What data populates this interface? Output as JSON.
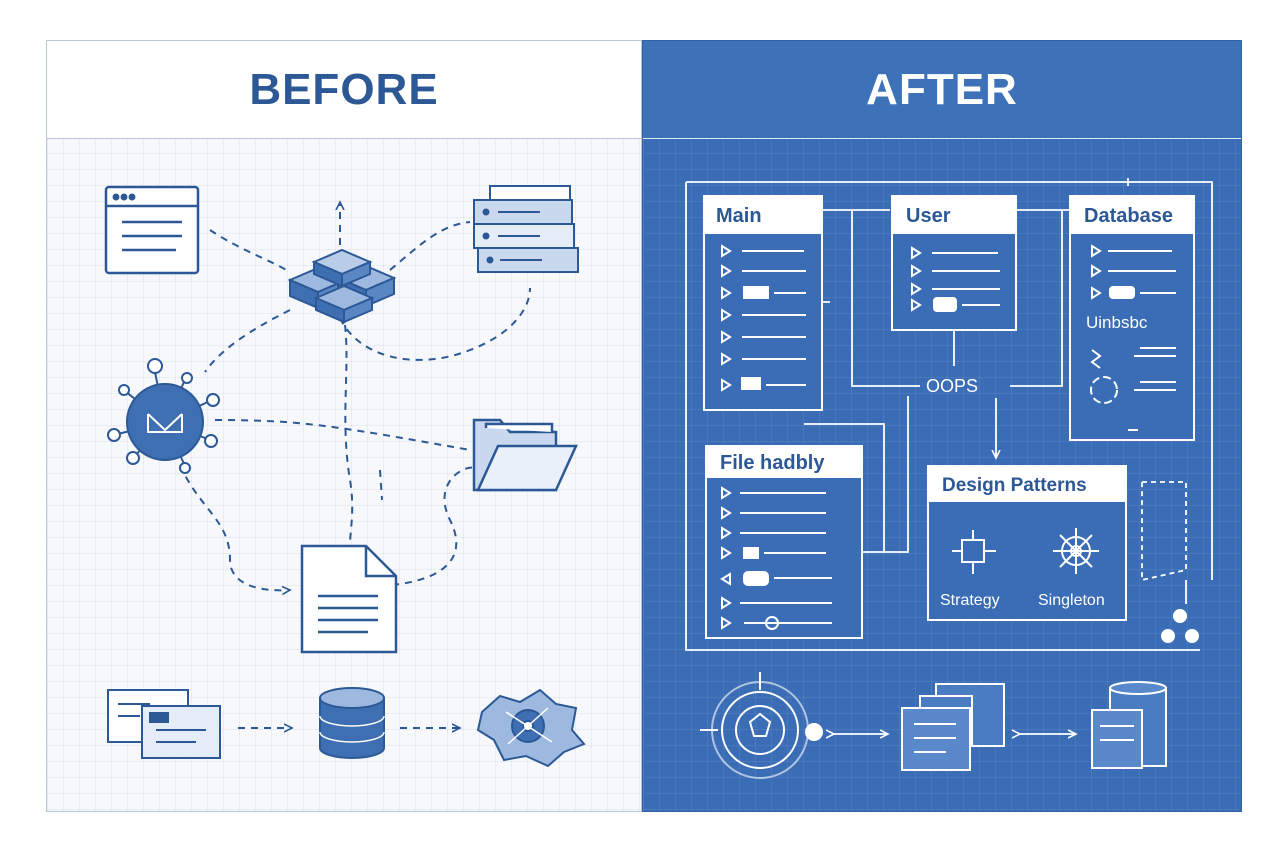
{
  "before": {
    "title": "BEFORE"
  },
  "after": {
    "title": "AFTER",
    "modules": {
      "main": "Main",
      "user": "User",
      "database": "Database",
      "file": "File hadbly"
    },
    "hub": "OOPS",
    "database_item": "Uinbsbc",
    "design_patterns": {
      "title": "Design Patterns",
      "strategy": "Strategy",
      "singleton": "Singleton"
    }
  },
  "colors": {
    "accent": "#2c5896",
    "after_bg": "#3a6db5",
    "line_white": "#ffffff"
  }
}
